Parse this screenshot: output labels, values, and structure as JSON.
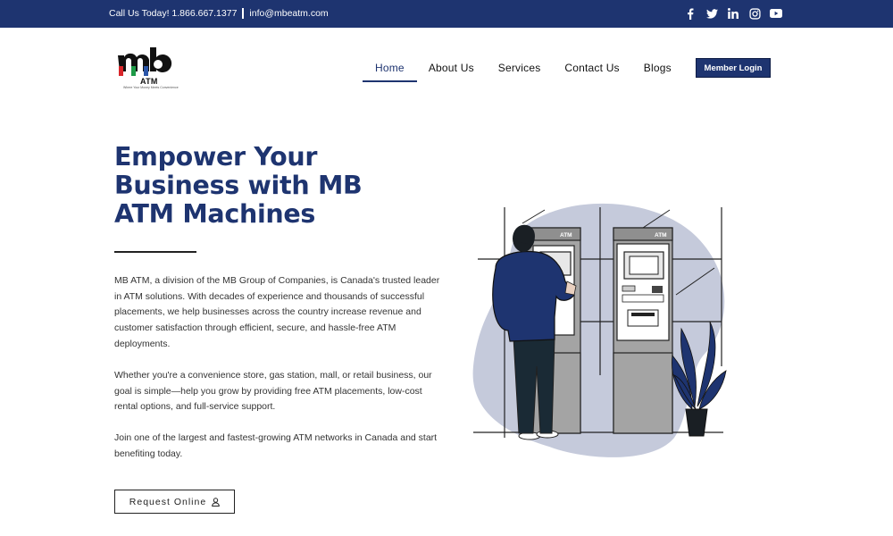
{
  "topbar": {
    "phone": "Call Us Today! 1.866.667.1377",
    "email": "info@mbeatm.com",
    "social": [
      "facebook-icon",
      "twitter-icon",
      "linkedin-icon",
      "instagram-icon",
      "youtube-icon"
    ]
  },
  "logo": {
    "text": "mb",
    "sub": "ATM",
    "tagline": "Where Your Money Meets Convenience"
  },
  "nav": {
    "items": [
      {
        "label": "Home"
      },
      {
        "label": "About Us"
      },
      {
        "label": "Services"
      },
      {
        "label": "Contact Us"
      },
      {
        "label": "Blogs"
      }
    ],
    "active": "Home",
    "member_login": "Member Login"
  },
  "hero": {
    "title": "Empower Your Business with MB ATM Machines",
    "paragraphs": [
      "MB ATM, a division of the MB Group of Companies, is Canada's trusted leader in ATM solutions. With decades of experience and thousands of successful placements, we help businesses across the country increase revenue and customer satisfaction through efficient, secure, and hassle-free ATM deployments.",
      "Whether you're a convenience store, gas station, mall, or retail business, our goal is simple—help you grow by providing free ATM placements, low-cost rental options, and full-service support.",
      "Join one of the largest and fastest-growing ATM networks in Canada and start benefiting today."
    ],
    "cta": "Request Online"
  },
  "illustration": {
    "atm_label_1": "ATM",
    "atm_label_2": "ATM"
  },
  "colors": {
    "brand": "#1e3470",
    "blob": "#c5cadb",
    "logo_red": "#d9262a",
    "logo_green": "#1e9a47",
    "logo_blue": "#2a55a8"
  }
}
